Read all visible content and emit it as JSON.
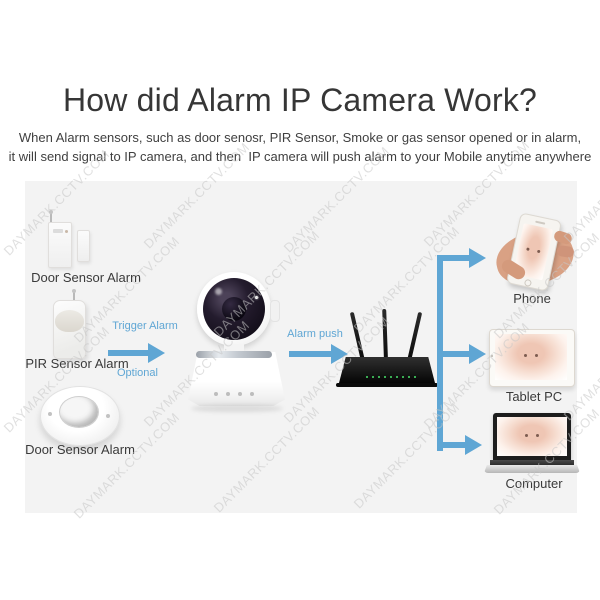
{
  "header": {
    "title": "How did Alarm IP Camera Work?",
    "subtitle_line1": "When Alarm sensors, such as door senosr, PIR Sensor, Smoke or gas sensor opened or in alarm,",
    "subtitle_line2": "it will send signal to IP camera, and then  IP camera will push alarm to your Mobile anytime anywhere"
  },
  "flow": {
    "sensors": {
      "door_top_label": "Door Sensor Alarm",
      "pir_label": "PIR Sensor Alarm",
      "smoke_label": "Door Sensor Alarm"
    },
    "annotations": {
      "trigger": "Trigger Alarm",
      "optional": "Optional",
      "push": "Alarm push"
    },
    "devices": {
      "phone_label": "Phone",
      "tablet_label": "Tablet PC",
      "computer_label": "Computer"
    }
  },
  "watermark": {
    "text": "DAYMARK.CCTV.COM"
  },
  "colors": {
    "accent": "#5fa6d4",
    "panel": "#f3f3f3",
    "title_text": "#363636",
    "label_text": "#3a3a3a",
    "watermark_gray": "#c7c7c7",
    "router_led_green": "#49e06a"
  }
}
